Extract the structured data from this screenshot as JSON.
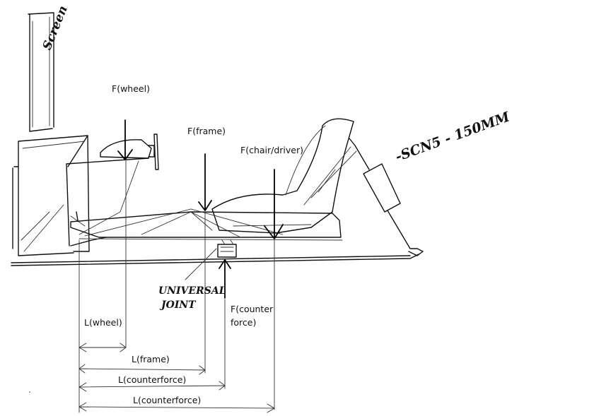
{
  "labels": {
    "screen": "Screen",
    "f_wheel": "F(wheel)",
    "f_frame": "F(frame)",
    "f_chair": "F(chair/driver)",
    "f_counter_1": "F(counter",
    "f_counter_2": "force)",
    "actuator": "-SCN5 - 150MM",
    "universal_1": "UNIVERSAL",
    "universal_2": "JOINT",
    "l_wheel": "L(wheel)",
    "l_frame": "L(frame)",
    "l_counterforce_1": "L(counterforce)",
    "l_counterforce_2": "L(counterforce)"
  },
  "colors": {
    "ink": "#111111",
    "background": "#ffffff"
  }
}
